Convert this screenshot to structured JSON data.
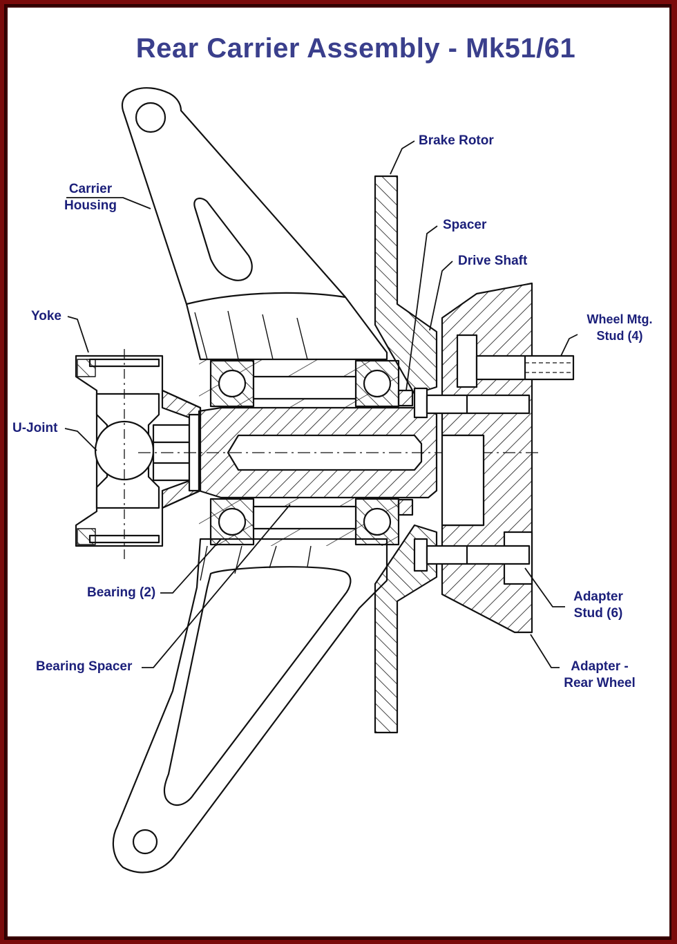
{
  "title": "Rear Carrier Assembly - Mk51/61",
  "labels": {
    "brake_rotor": "Brake Rotor",
    "carrier_housing_1": "Carrier",
    "carrier_housing_2": "Housing",
    "spacer": "Spacer",
    "drive_shaft": "Drive Shaft",
    "yoke": "Yoke",
    "wheel_stud_1": "Wheel Mtg.",
    "wheel_stud_2": "Stud  (4)",
    "u_joint": "U-Joint",
    "bearing": "Bearing (2)",
    "bearing_spacer": "Bearing Spacer",
    "adapter_stud_1": "Adapter",
    "adapter_stud_2": "Stud (6)",
    "adapter_wheel_1": "Adapter -",
    "adapter_wheel_2": "Rear Wheel"
  },
  "colors": {
    "frame": "#7a0b0b",
    "title": "#3a3f8c",
    "label": "#1b1f7a",
    "line": "#111111"
  }
}
